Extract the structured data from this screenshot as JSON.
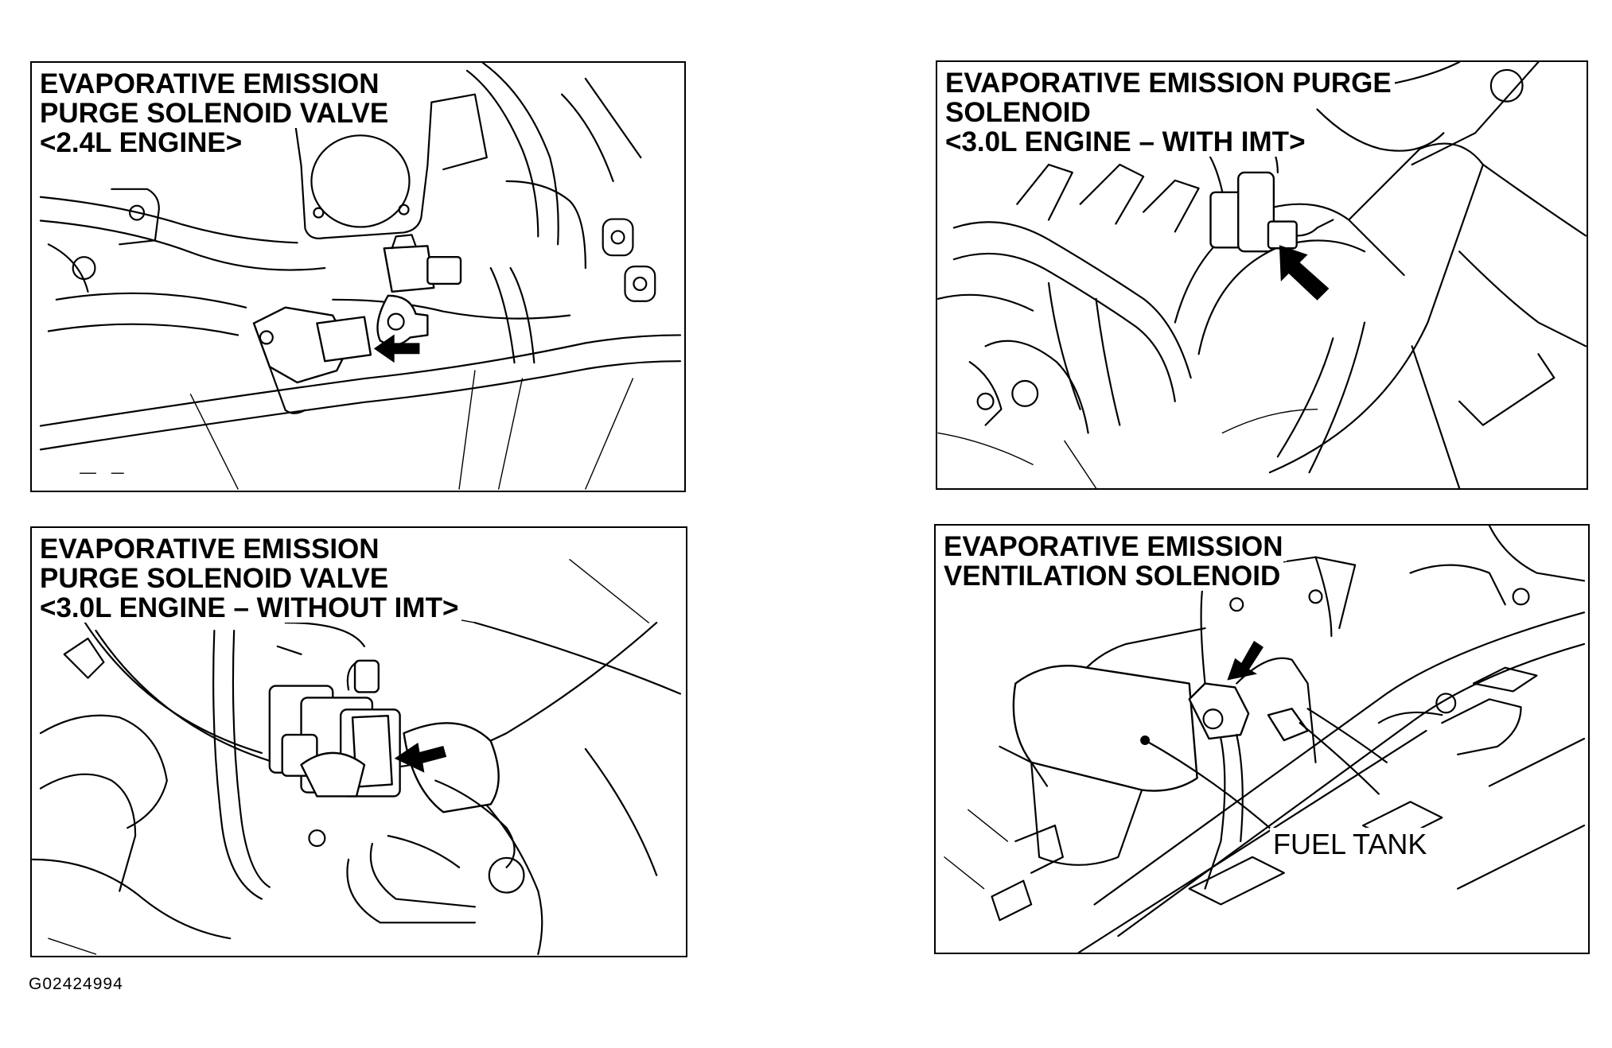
{
  "panels": [
    {
      "id": "purge-2-4",
      "title_lines": [
        "EVAPORATIVE EMISSION",
        "PURGE SOLENOID VALVE",
        "<2.4L ENGINE>"
      ]
    },
    {
      "id": "purge-3-0-imt",
      "title_lines": [
        "EVAPORATIVE EMISSION PURGE",
        "SOLENOID",
        "<3.0L ENGINE – WITH IMT>"
      ]
    },
    {
      "id": "purge-3-0-no-imt",
      "title_lines": [
        "EVAPORATIVE EMISSION",
        "PURGE SOLENOID VALVE",
        "<3.0L ENGINE – WITHOUT IMT>"
      ]
    },
    {
      "id": "ventilation",
      "title_lines": [
        "EVAPORATIVE EMISSION",
        "VENTILATION SOLENOID"
      ],
      "callout": "FUEL TANK"
    }
  ],
  "figure_id": "G02424994"
}
